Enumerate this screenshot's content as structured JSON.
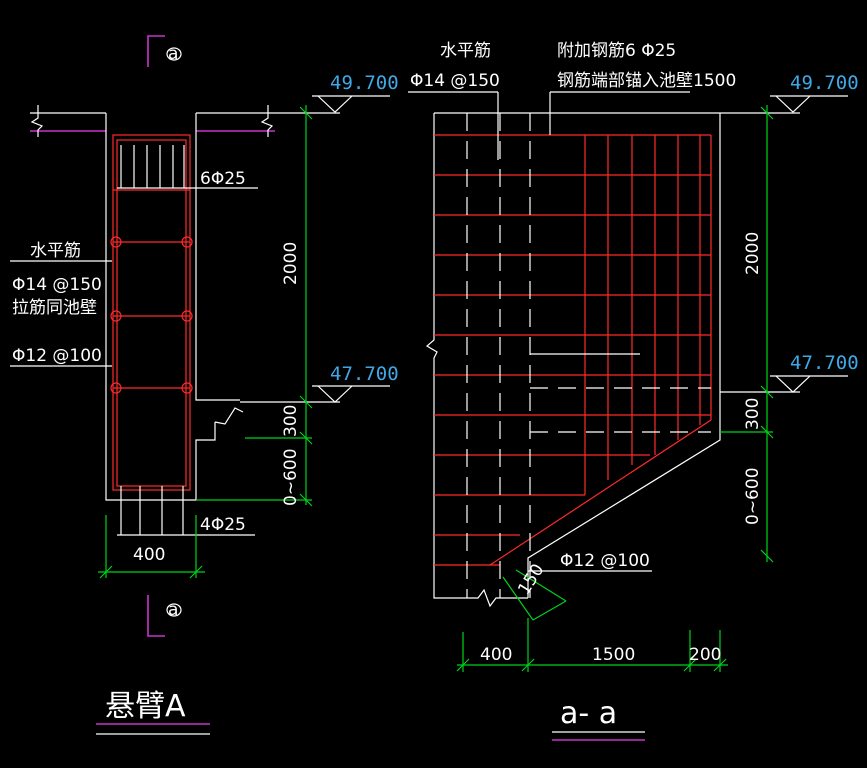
{
  "left": {
    "section_mark": "a",
    "elev_top": "49.700",
    "elev_mid": "47.700",
    "top_bars": "6Φ25",
    "horiz_bar_title": "水平筋",
    "horiz_bar_spec": "Φ14 @150",
    "tie_note": "拉筋同池壁",
    "stirrup": "Φ12 @100",
    "bottom_bars": "4Φ25",
    "dim_width": "400",
    "dim_2000": "2000",
    "dim_300": "300",
    "dim_0600": "0~600",
    "title": "悬臂A"
  },
  "right": {
    "horiz_bar_title": "水平筋",
    "horiz_bar_spec": "Φ14 @150",
    "extra_bars": "附加钢筋6 Φ25",
    "anchor_note": "钢筋端部锚入池壁1500",
    "elev_top": "49.700",
    "elev_mid": "47.700",
    "dim_2000": "2000",
    "dim_300": "300",
    "dim_0600": "0~600",
    "stirrup": "Φ12 @100",
    "dim_150": "150",
    "dim_400": "400",
    "dim_1500": "1500",
    "dim_200": "200",
    "title": "a- a"
  }
}
